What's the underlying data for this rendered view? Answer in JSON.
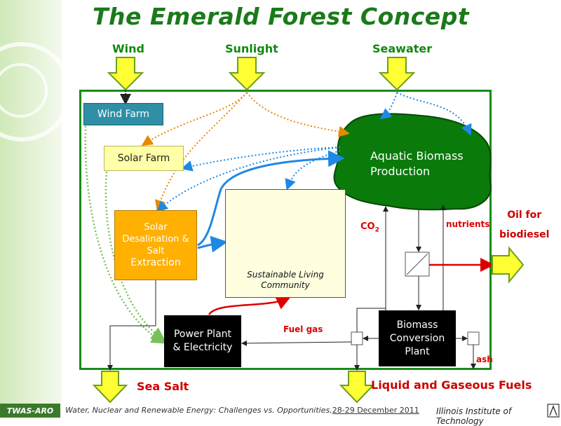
{
  "title": "The Emerald Forest Concept",
  "inputs": {
    "wind": "Wind",
    "sunlight": "Sunlight",
    "seawater": "Seawater"
  },
  "boxes": {
    "wind_farm": "Wind Farm",
    "solar_farm": "Solar Farm",
    "desal": [
      "Solar",
      "Desalination &",
      "Salt",
      "Extraction"
    ],
    "community": [
      "Sustainable Living",
      "Community"
    ],
    "biomass": [
      "Aquatic Biomass",
      "Production"
    ],
    "power_plant": [
      "Power Plant",
      "& Electricity"
    ],
    "bio_plant": [
      "Biomass",
      "Conversion",
      "Plant"
    ]
  },
  "labels": {
    "co2": "CO",
    "co2_sub": "2",
    "nutrients": "nutrients",
    "fuel_gas": "Fuel gas",
    "ash": "ash"
  },
  "outputs": {
    "oil": [
      "Oil for",
      "biodiesel"
    ],
    "sea_salt": "Sea Salt",
    "fuels": "Liquid and Gaseous Fuels"
  },
  "footer": {
    "org": "TWAS-ARO",
    "text": "Water, Nuclear and Renewable Energy: Challenges vs. Opportunities,",
    "date": "28-29 December 2011",
    "institute": "Illinois Institute of Technology"
  },
  "colors": {
    "green": "#1a8a1a",
    "arrow_fill": "#ffff33",
    "red": "#dd0000",
    "blue": "#1e88e5",
    "orange": "#e68a00"
  }
}
